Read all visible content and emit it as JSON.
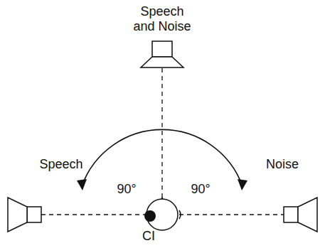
{
  "diagram": {
    "labels": [
      "Speech and Noise",
      "Speech",
      "90°",
      "90°",
      "Noise",
      "CI"
    ]
  }
}
